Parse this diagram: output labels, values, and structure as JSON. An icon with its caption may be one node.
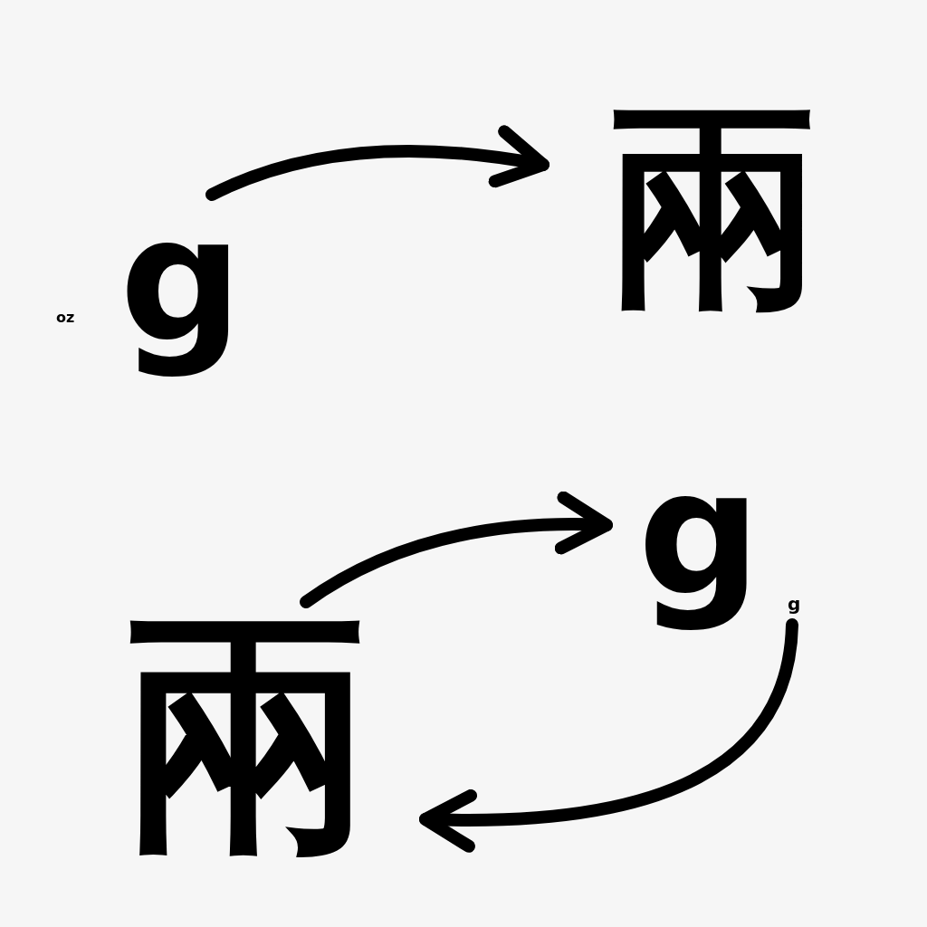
{
  "diagram": {
    "nodes": [
      {
        "text": [
          "g"
        ]
      },
      {
        "text": [
          "兩"
        ]
      },
      {
        "text": [
          "g"
        ]
      },
      {
        "text": [
          "兩"
        ]
      }
    ],
    "edges": [
      {
        "from": 0,
        "to": 1,
        "arrow": "to"
      },
      {
        "from": 3,
        "to": 2,
        "arrow": "to"
      },
      {
        "from": 2,
        "to": 3,
        "arrow": "to"
      }
    ],
    "labels": [
      "oz",
      "g"
    ]
  }
}
